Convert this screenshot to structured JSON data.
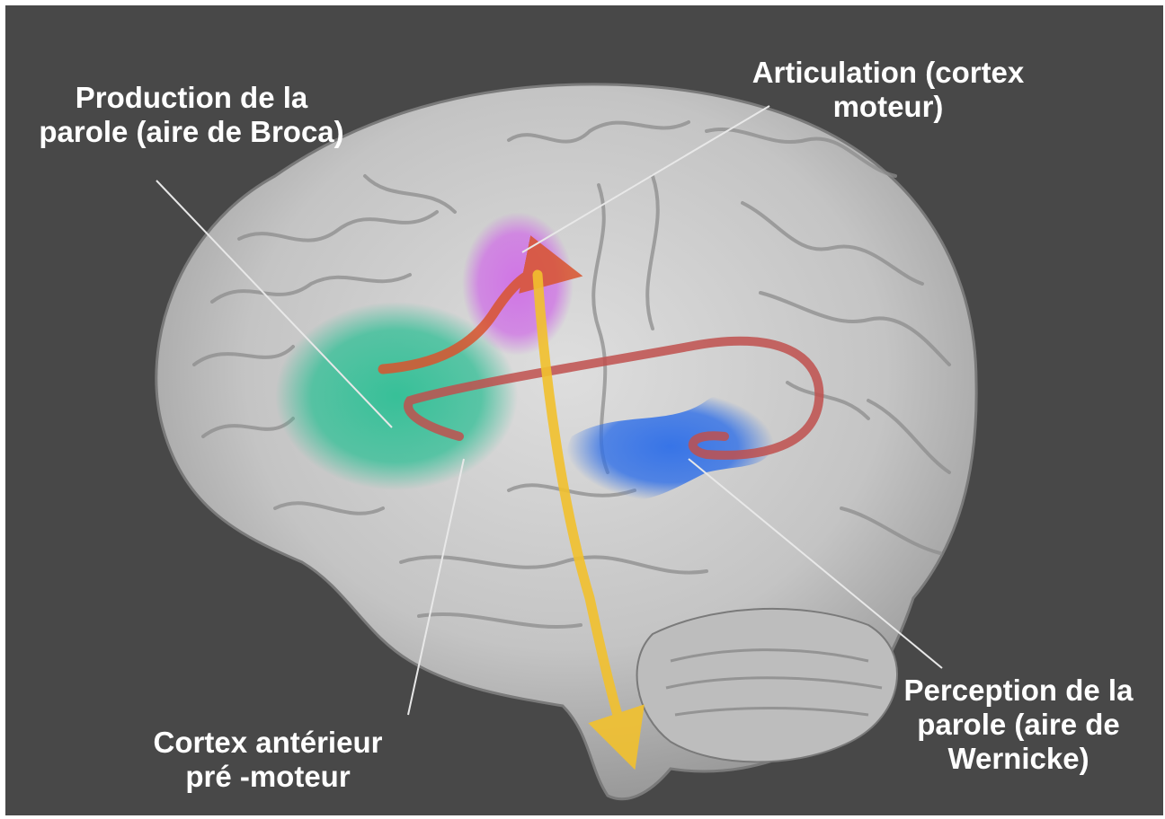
{
  "labels": {
    "broca": {
      "line1": "Production de la",
      "line2": "parole (aire de Broca)"
    },
    "motor": {
      "line1": "Articulation (cortex",
      "line2": "moteur)"
    },
    "premotor": {
      "line1": "Cortex antérieur",
      "line2": "pré -moteur"
    },
    "wernicke": {
      "line1": "Perception de la",
      "line2": "parole (aire de",
      "line3": "Wernicke)"
    }
  },
  "regions": {
    "broca": {
      "color": "#2fbf95"
    },
    "motor": {
      "color": "#cf6fe6"
    },
    "wernicke": {
      "color": "#2f6fe8"
    }
  },
  "pathways": {
    "wernicke_to_broca": {
      "color": "#c0504d"
    },
    "broca_to_motor": {
      "color": "#d9542e"
    },
    "motor_descending": {
      "color": "#f2c12e"
    }
  },
  "colors": {
    "background": "#484848",
    "brain": "#c9c9c9",
    "label_text": "#ffffff",
    "leader_line": "#e8e8e8"
  }
}
